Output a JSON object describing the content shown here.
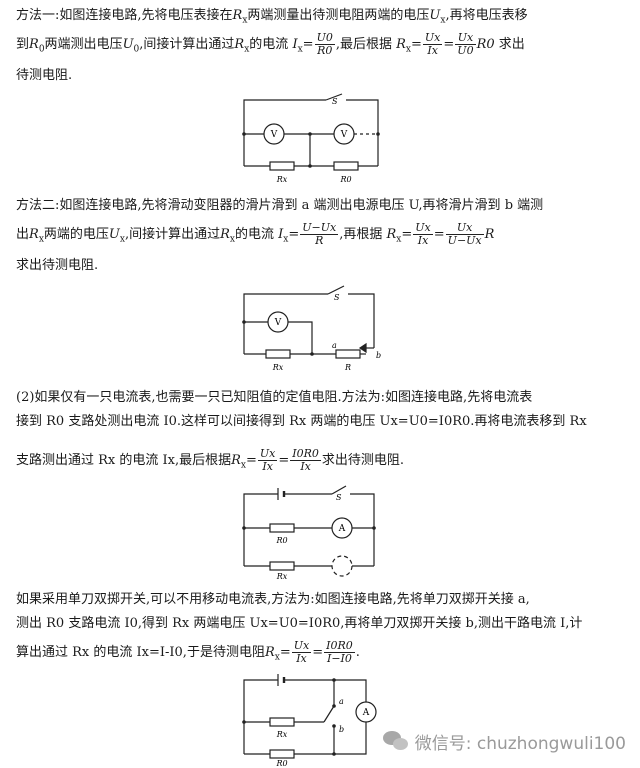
{
  "method1": {
    "line1_a": "方法一:如图连接电路,先将电压表接在",
    "line1_b": "R",
    "line1_c": "x",
    "line1_d": "两端测量出待测电阻两端的电压",
    "line1_e": "U",
    "line1_f": "x",
    "line1_g": ",再将电压表移",
    "line2_a": "到",
    "line2_b": "R",
    "line2_c": "0",
    "line2_d": "两端测出电压",
    "line2_e": "U",
    "line2_f": "0",
    "line2_g": ",间接计算出通过",
    "line2_h": "R",
    "line2_i": "x",
    "line2_j": "的电流",
    "f1_lhs": "I",
    "f1_lhs_sub": "x",
    "f1_num": "U0",
    "f1_den": "R0",
    "line2_k": ",最后根据",
    "f2_lhs": "R",
    "f2_lhs_sub": "x",
    "f2_num1": "Ux",
    "f2_den1": "Ix",
    "f2_num2": "Ux",
    "f2_den2": "U0",
    "f2_tail": "R0",
    "line2_l": "求出",
    "line3": "待测电阻."
  },
  "fig1": {
    "switch": "S",
    "meter1": "V",
    "meter2": "V",
    "r1": "Rx",
    "r2": "R0"
  },
  "method2": {
    "line1": "方法二:如图连接电路,先将滑动变阻器的滑片滑到 a 端测出电源电压 U,再将滑片滑到 b 端测",
    "line2_a": "出",
    "line2_b": "R",
    "line2_c": "x",
    "line2_d": "两端的电压",
    "line2_e": "U",
    "line2_f": "x",
    "line2_g": ",间接计算出通过",
    "line2_h": "R",
    "line2_i": "x",
    "line2_j": "的电流",
    "f1_num": "U−Ux",
    "f1_den": "R",
    "line2_k": ",再根据",
    "f2_num1": "Ux",
    "f2_den1": "Ix",
    "f2_num2": "Ux",
    "f2_den2": "U−Ux",
    "f2_tail": "R",
    "line3": "求出待测电阻."
  },
  "fig2": {
    "switch": "S",
    "meter": "V",
    "r1": "Rx",
    "r2": "R",
    "a": "a",
    "b": "b"
  },
  "part2": {
    "line1": "(2)如果仅有一只电流表,也需要一只已知阻值的定值电阻.方法为:如图连接电路,先将电流表",
    "line2": "接到 R0 支路处测出电流 I0.这样可以间接得到 Rx 两端的电压 Ux=U0=I0R0.再将电流表移到 Rx",
    "line3_a": "支路测出通过 Rx 的电流 Ix,最后根据",
    "f_num1": "Ux",
    "f_den1": "Ix",
    "f_num2": "I0R0",
    "f_den2": "Ix",
    "line3_b": "求出待测电阻."
  },
  "fig3": {
    "switch": "S",
    "meter": "A",
    "r1": "R0",
    "r2": "Rx"
  },
  "part3": {
    "line1": "如果采用单刀双掷开关,可以不用移动电流表,方法为:如图连接电路,先将单刀双掷开关接 a,",
    "line2": "测出 R0 支路电流 I0,得到 Rx 两端电压 Ux=U0=I0R0,再将单刀双掷开关接 b,测出干路电流 I,计",
    "line3_a": "算出通过 Rx 的电流 Ix=I-I0,于是待测电阻",
    "f_num1": "Ux",
    "f_den1": "Ix",
    "f_num2": "I0R0",
    "f_den2": "I−I0",
    "line3_b": "."
  },
  "fig4": {
    "meter": "A",
    "r1": "Rx",
    "r2": "R0",
    "a": "a",
    "b": "b"
  },
  "watermark": {
    "text": "微信号: chuzhongwuli100",
    "icon": "wechat-icon"
  }
}
